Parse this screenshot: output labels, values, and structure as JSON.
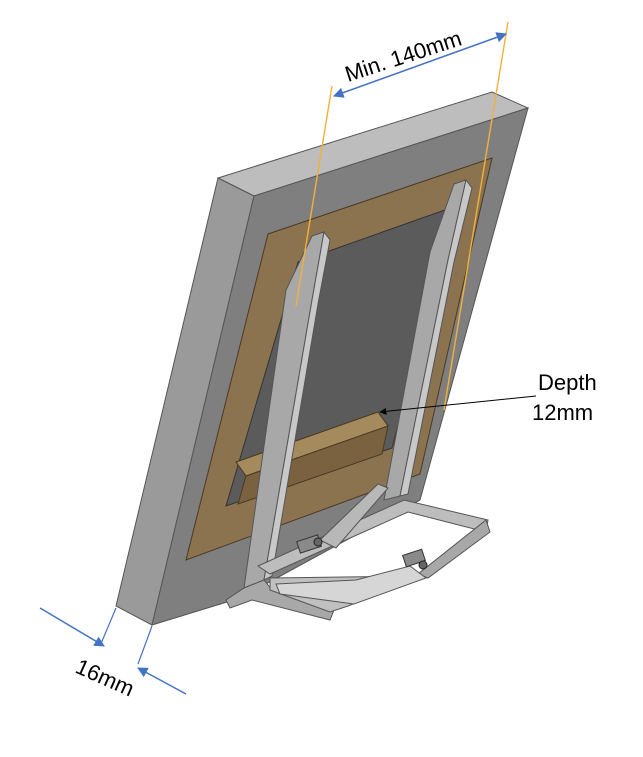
{
  "labels": {
    "width_dim": "Min. 140mm",
    "depth_line1": "Depth",
    "depth_line2": "12mm",
    "thickness_dim": "16mm"
  },
  "colors": {
    "frame_front": "#7f7f7f",
    "frame_edge": "#9a9a9a",
    "frame_top": "#bdbdbd",
    "mat": "#8c7350",
    "mat_shadow": "#6b5637",
    "picture": "#5b5b5b",
    "stand": "#a8a8a8",
    "stand_light": "#c8c8c8",
    "stand_dark": "#7a7a7a",
    "guide_line": "#f2b13a",
    "dim_arrow": "#4472c4",
    "leader": "#000000"
  }
}
